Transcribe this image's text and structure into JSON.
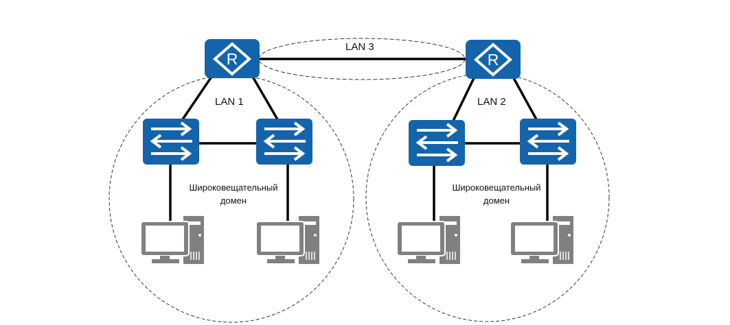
{
  "diagram": {
    "colors": {
      "device": "#1464ac",
      "pc": "#808080",
      "link": "#000000",
      "domain_outline": "#333333"
    },
    "lans": [
      {
        "id": "lan1",
        "label": "LAN 1",
        "domain_label": [
          "Широковещательный",
          "домен"
        ]
      },
      {
        "id": "lan2",
        "label": "LAN 2",
        "domain_label": [
          "Широковещательный",
          "домен"
        ]
      },
      {
        "id": "lan3",
        "label": "LAN 3"
      }
    ],
    "devices": {
      "routers": [
        {
          "id": "router-1",
          "icon": "router-icon",
          "glyph": "R"
        },
        {
          "id": "router-2",
          "icon": "router-icon",
          "glyph": "R"
        }
      ],
      "switches": [
        {
          "id": "switch-1a",
          "icon": "switch-icon"
        },
        {
          "id": "switch-1b",
          "icon": "switch-icon"
        },
        {
          "id": "switch-2a",
          "icon": "switch-icon"
        },
        {
          "id": "switch-2b",
          "icon": "switch-icon"
        }
      ],
      "pcs": [
        {
          "id": "pc-1a",
          "icon": "computer-icon"
        },
        {
          "id": "pc-1b",
          "icon": "computer-icon"
        },
        {
          "id": "pc-2a",
          "icon": "computer-icon"
        },
        {
          "id": "pc-2b",
          "icon": "computer-icon"
        }
      ]
    },
    "links": [
      [
        "router-1",
        "router-2"
      ],
      [
        "router-1",
        "switch-1a"
      ],
      [
        "router-1",
        "switch-1b"
      ],
      [
        "switch-1a",
        "switch-1b"
      ],
      [
        "switch-1a",
        "pc-1a"
      ],
      [
        "switch-1b",
        "pc-1b"
      ],
      [
        "router-2",
        "switch-2a"
      ],
      [
        "router-2",
        "switch-2b"
      ],
      [
        "switch-2a",
        "switch-2b"
      ],
      [
        "switch-2a",
        "pc-2a"
      ],
      [
        "switch-2b",
        "pc-2b"
      ]
    ]
  }
}
